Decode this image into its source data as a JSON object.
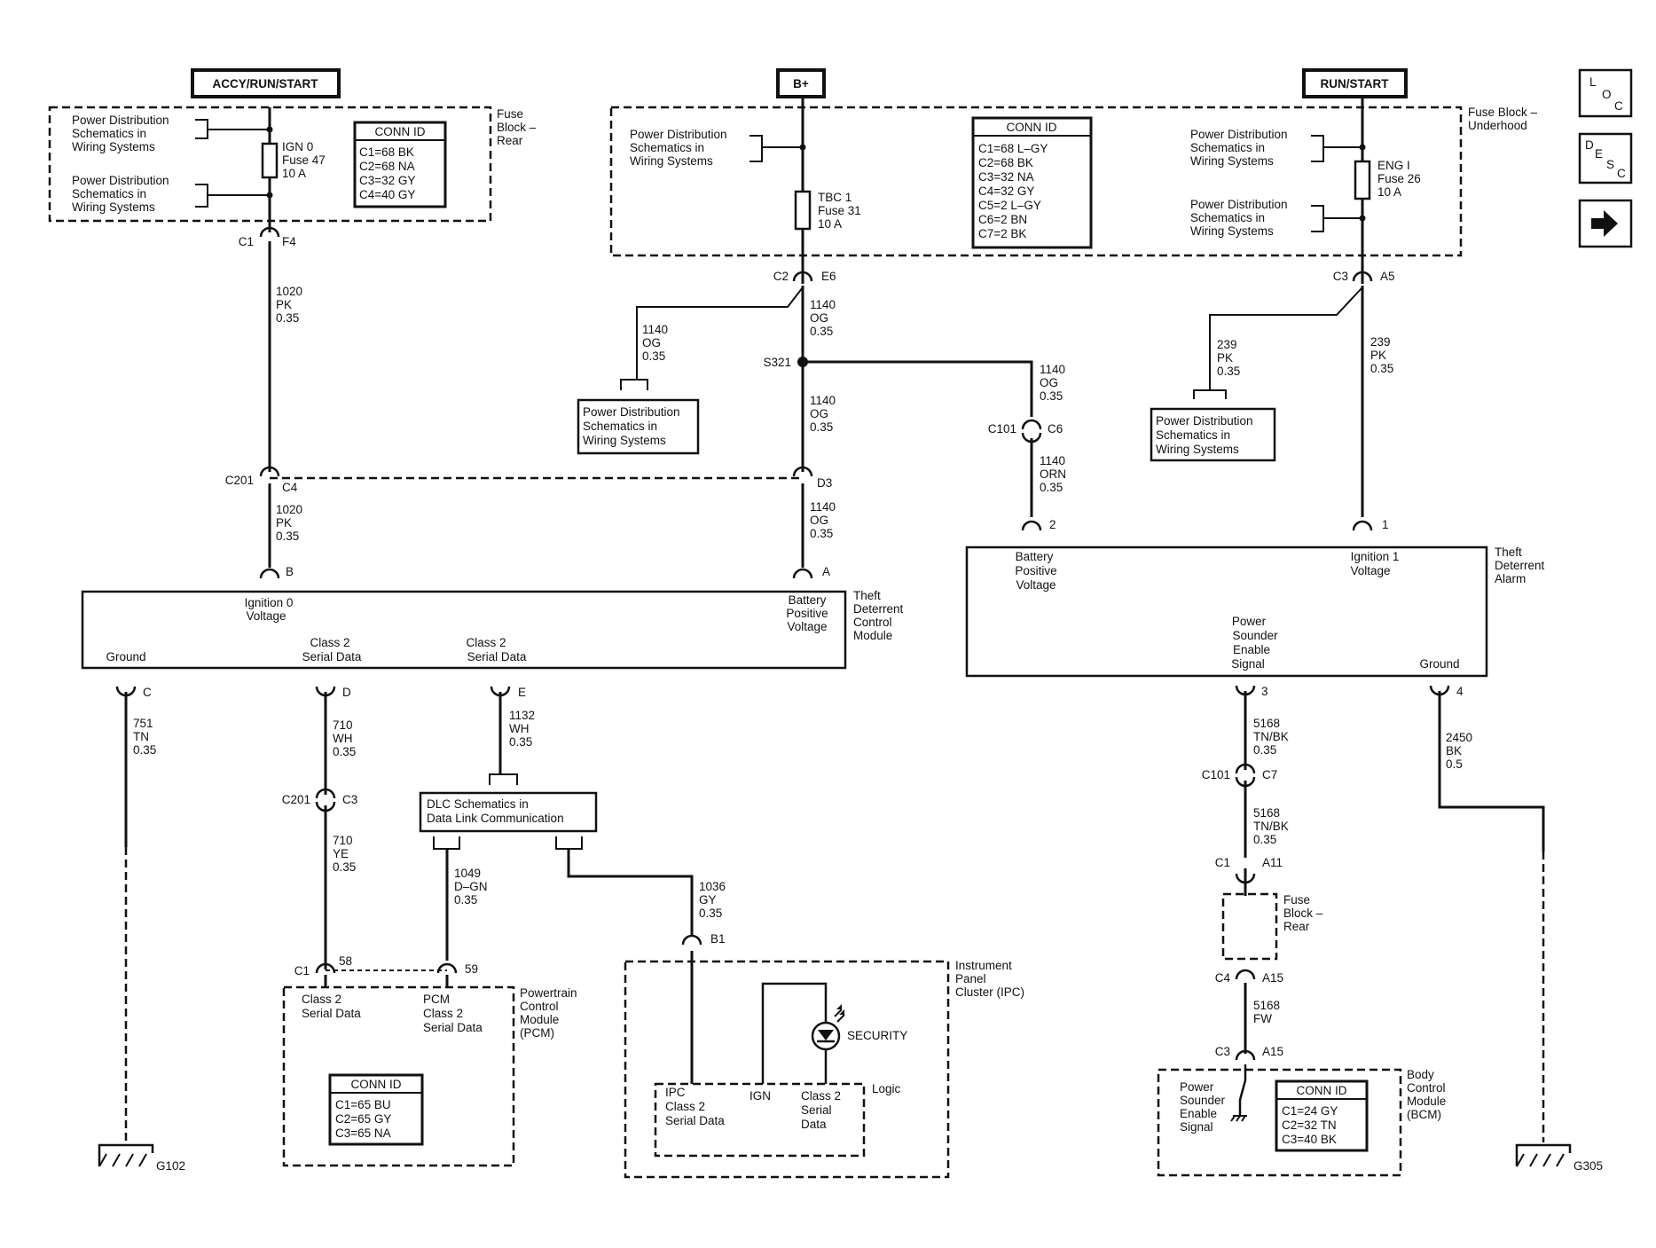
{
  "title_boxes": {
    "accy": "ACCY/RUN/START",
    "bplus": "B+",
    "run": "RUN/START"
  },
  "nav": {
    "loc": [
      "L",
      "O",
      "C"
    ],
    "desc": [
      "D",
      "E",
      "S",
      "C"
    ],
    "next_icon": "right-arrow-icon"
  },
  "pds": [
    "Power Distribution",
    "Schematics in",
    "Wiring Systems"
  ],
  "fuse_rear": {
    "label": [
      "Fuse",
      "Block –",
      "Rear"
    ],
    "fuse": [
      "IGN 0",
      "Fuse 47",
      "10 A"
    ],
    "conn_title": "CONN ID",
    "conn": [
      "C1=68 BK",
      "C2=68 NA",
      "C3=32 GY",
      "C4=40 GY"
    ],
    "conn_left": "C1",
    "conn_right": "F4"
  },
  "fuse_under": {
    "label": [
      "Fuse Block –",
      "Underhood"
    ],
    "fuse_tbc": [
      "TBC 1",
      "Fuse 31",
      "10 A"
    ],
    "fuse_eng": [
      "ENG I",
      "Fuse 26",
      "10 A"
    ],
    "conn_title": "CONN ID",
    "conn": [
      "C1=68 L–GY",
      "C2=68 BK",
      "C3=32 NA",
      "C4=32 GY",
      "C5=2 L–GY",
      "C6=2 BN",
      "C7=2 BK"
    ]
  },
  "wires": {
    "w1020a": [
      "1020",
      "PK",
      "0.35"
    ],
    "w1020b": [
      "1020",
      "PK",
      "0.35"
    ],
    "w1140_pd": [
      "1140",
      "OG",
      "0.35"
    ],
    "w1140_top": [
      "1140",
      "OG",
      "0.35"
    ],
    "w1140_mid": [
      "1140",
      "OG",
      "0.35"
    ],
    "w1140_low": [
      "1140",
      "OG",
      "0.35"
    ],
    "w1140_right": [
      "1140",
      "OG",
      "0.35"
    ],
    "w1140_orn": [
      "1140",
      "ORN",
      "0.35"
    ],
    "w239_pd": [
      "239",
      "PK",
      "0.35"
    ],
    "w239": [
      "239",
      "PK",
      "0.35"
    ],
    "w751": [
      "751",
      "TN",
      "0.35"
    ],
    "w710wh": [
      "710",
      "WH",
      "0.35"
    ],
    "w710ye": [
      "710",
      "YE",
      "0.35"
    ],
    "w1132": [
      "1132",
      "WH",
      "0.35"
    ],
    "w1049": [
      "1049",
      "D–GN",
      "0.35"
    ],
    "w1036": [
      "1036",
      "GY",
      "0.35"
    ],
    "w5168a": [
      "5168",
      "TN/BK",
      "0.35"
    ],
    "w5168b": [
      "5168",
      "TN/BK",
      "0.35"
    ],
    "w5168c": [
      "5168",
      "FW"
    ],
    "w2450": [
      "2450",
      "BK",
      "0.5"
    ]
  },
  "connectors": {
    "c2": "C2",
    "e6": "E6",
    "s321": "S321",
    "c101": "C101",
    "c6": "C6",
    "c3": "C3",
    "a5": "A5",
    "c201": "C201",
    "c4": "C4",
    "d3": "D3",
    "b": "B",
    "a": "A",
    "pin2": "2",
    "pin1": "1",
    "c": "C",
    "d": "D",
    "e": "E",
    "pin3": "3",
    "pin4": "4",
    "c201b": "C201",
    "c3b": "C3",
    "c101b": "C101",
    "c7": "C7",
    "c1": "C1",
    "a11": "A11",
    "c4b": "C4",
    "a15": "A15",
    "c3c": "C3",
    "a15b": "A15",
    "c1b": "C1",
    "p58": "58",
    "p59": "59",
    "b1": "B1"
  },
  "tdcm": {
    "name": [
      "Theft",
      "Deterrent",
      "Control",
      "Module"
    ],
    "ign": [
      "Ignition 0",
      "Voltage"
    ],
    "bat": [
      "Battery",
      "Positive",
      "Voltage"
    ],
    "ground": "Ground",
    "serial1": [
      "Class 2",
      "Serial Data"
    ],
    "serial2": [
      "Class 2",
      "Serial Data"
    ]
  },
  "tda": {
    "name": [
      "Theft",
      "Deterrent",
      "Alarm"
    ],
    "bat": [
      "Battery",
      "Positive",
      "Voltage"
    ],
    "ign": [
      "Ignition 1",
      "Voltage"
    ],
    "sounder": [
      "Power",
      "Sounder",
      "Enable",
      "Signal"
    ],
    "ground": "Ground"
  },
  "dlc": [
    "DLC Schematics in",
    "Data Link Communication"
  ],
  "pcm": {
    "name": [
      "Powertrain",
      "Control",
      "Module",
      "(PCM)"
    ],
    "serial": [
      "Class 2",
      "Serial Data"
    ],
    "pcm_serial": [
      "PCM",
      "Class 2",
      "Serial Data"
    ],
    "conn_title": "CONN ID",
    "conn": [
      "C1=65 BU",
      "C2=65 GY",
      "C3=65 NA"
    ]
  },
  "ipc": {
    "name": [
      "Instrument",
      "Panel",
      "Cluster (IPC)"
    ],
    "security": "SECURITY",
    "logic": "Logic",
    "ipc_serial": [
      "IPC",
      "Class 2",
      "Serial Data"
    ],
    "ign": "IGN",
    "serial": [
      "Class 2",
      "Serial",
      "Data"
    ]
  },
  "fuse_rear2": [
    "Fuse",
    "Block –",
    "Rear"
  ],
  "bcm": {
    "name": [
      "Body",
      "Control",
      "Module",
      "(BCM)"
    ],
    "sounder": [
      "Power",
      "Sounder",
      "Enable",
      "Signal"
    ],
    "conn_title": "CONN ID",
    "conn": [
      "C1=24 GY",
      "C2=32 TN",
      "C3=40 BK"
    ]
  },
  "grounds": {
    "g102": "G102",
    "g305": "G305"
  }
}
